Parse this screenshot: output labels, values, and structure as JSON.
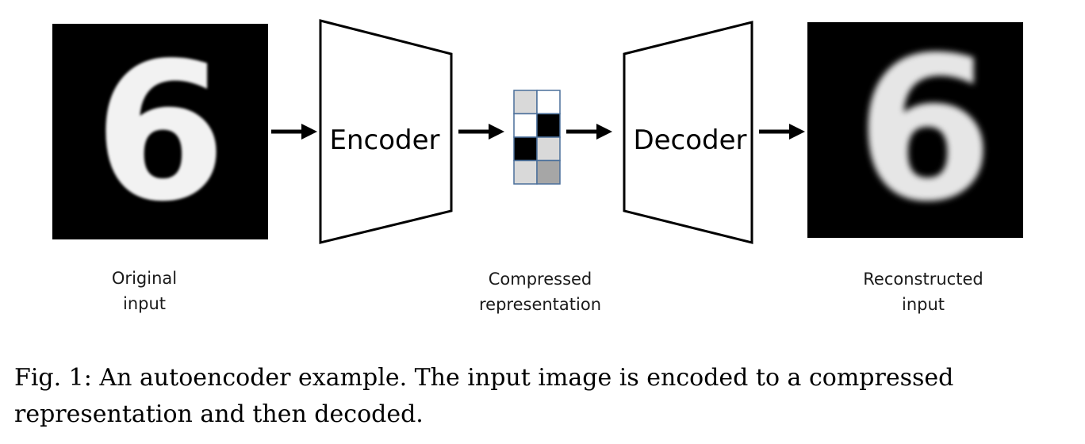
{
  "diagram": {
    "original_input": {
      "digit": "6",
      "label_line1": "Original",
      "label_line2": "input"
    },
    "encoder": {
      "label": "Encoder"
    },
    "compressed": {
      "label_line1": "Compressed",
      "label_line2": "representation",
      "cells": [
        "#d9d9d9",
        "#ffffff",
        "#ffffff",
        "#000000",
        "#000000",
        "#d9d9d9",
        "#d9d9d9",
        "#a6a6a6"
      ]
    },
    "decoder": {
      "label": "Decoder"
    },
    "reconstructed_input": {
      "digit": "6",
      "label_line1": "Reconstructed",
      "label_line2": "input"
    }
  },
  "caption": {
    "line1": "Fig. 1: An autoencoder example. The input image is encoded to a compressed",
    "line2": "representation and then decoded."
  }
}
